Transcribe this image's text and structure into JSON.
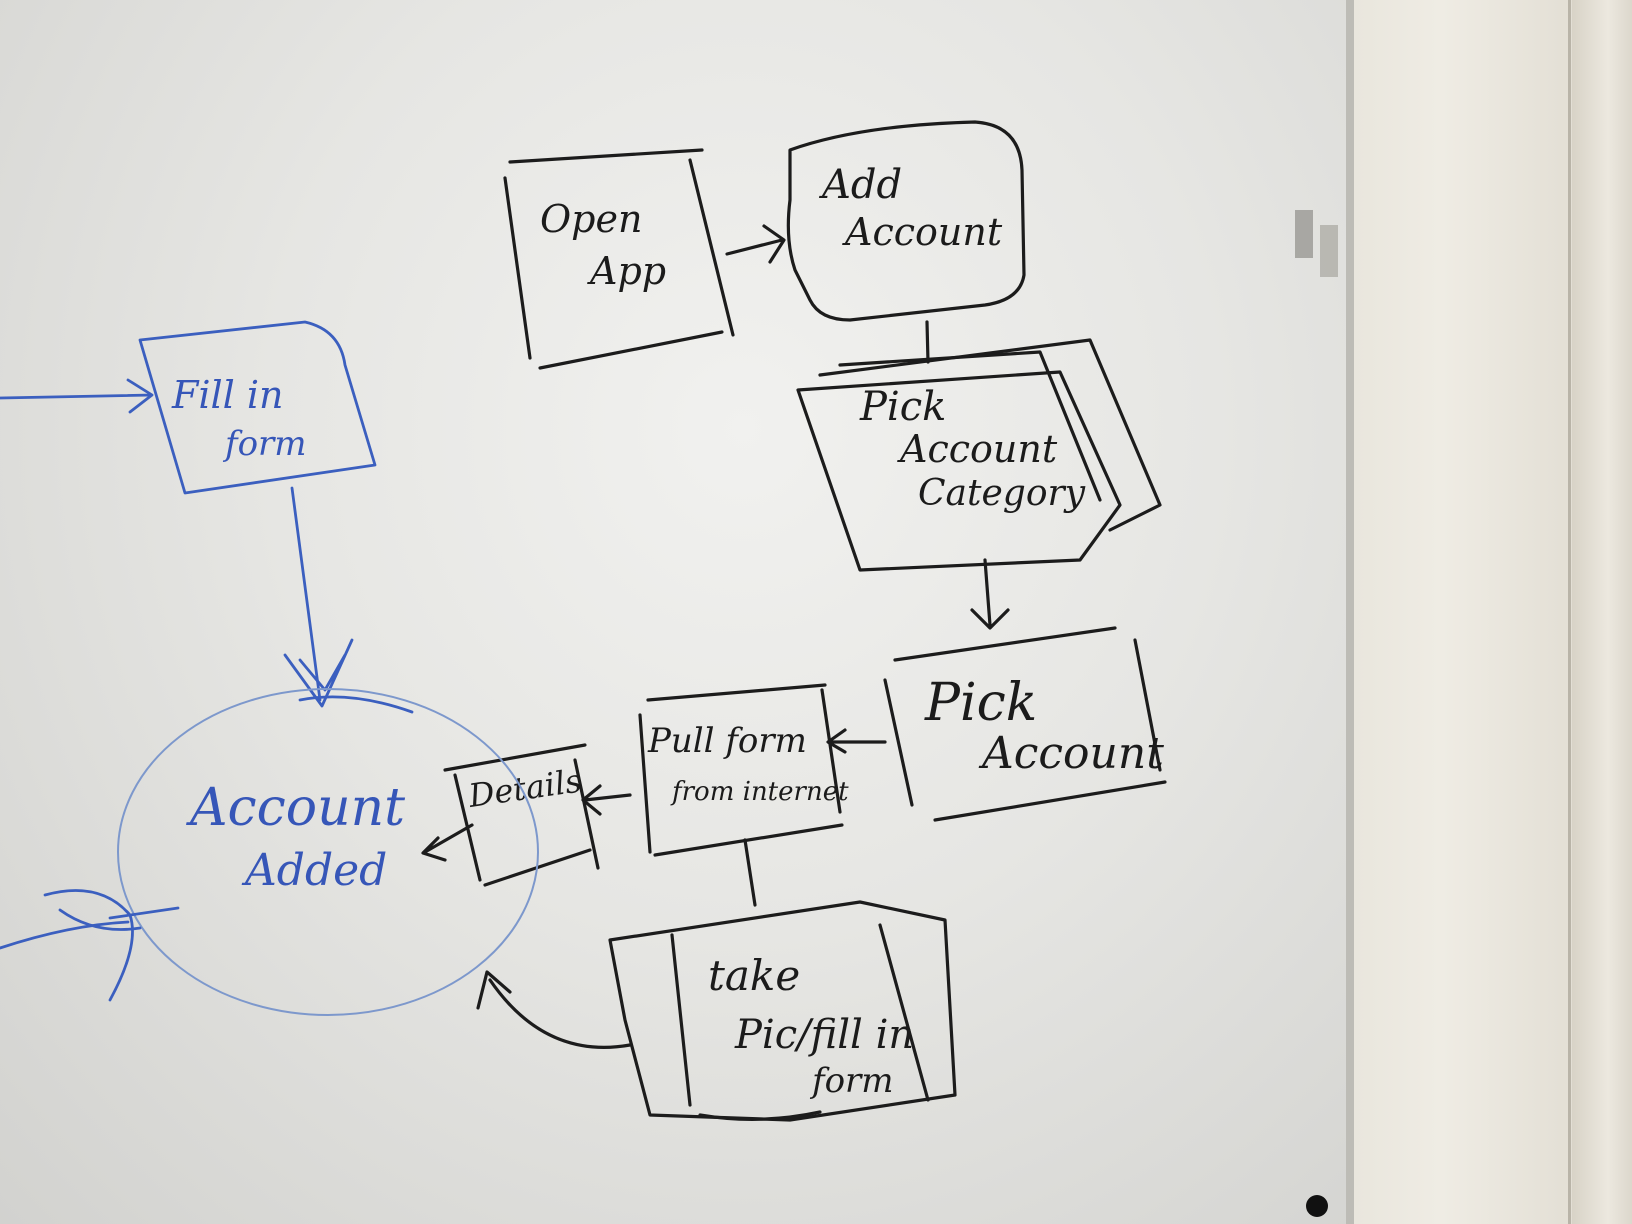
{
  "diagram": {
    "nodes": {
      "open_app": {
        "lines": [
          "Open",
          "App"
        ]
      },
      "add_account": {
        "lines": [
          "Add",
          "Account"
        ]
      },
      "pick_account_category": {
        "lines": [
          "Pick",
          "Account",
          "Category"
        ]
      },
      "pick_account": {
        "lines": [
          "Pick",
          "Account"
        ]
      },
      "pull_form": {
        "lines": [
          "Pull form",
          "from internet"
        ]
      },
      "details": {
        "lines": [
          "Details"
        ]
      },
      "take_pic": {
        "lines": [
          "take",
          "Pic/fill in",
          "form"
        ]
      },
      "fill_in_form": {
        "lines": [
          "Fill in",
          "form"
        ]
      },
      "account_added": {
        "lines": [
          "Account",
          "Added"
        ]
      }
    },
    "ink_colors": {
      "black_marker": "#1c1c1c",
      "blue_marker": "#3b5fbf"
    }
  }
}
